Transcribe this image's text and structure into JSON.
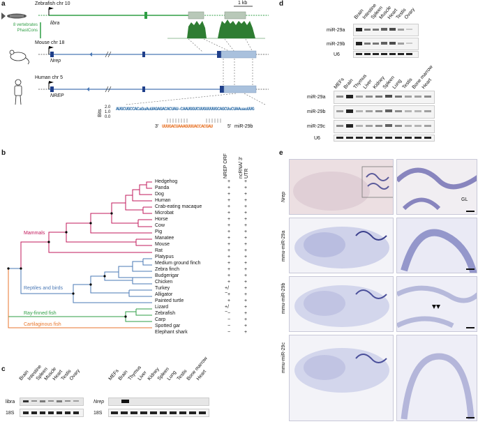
{
  "panel_a": {
    "label": "a",
    "zebrafish": "Zebrafish chr 10",
    "libra": "libra",
    "scale": "1 kb",
    "phastcons": "8 vertebrates PhastCons",
    "mouse": "Mouse chr 18",
    "nrep_mouse": "Nrep",
    "human": "Human chr 5",
    "nrep_human": "NREP",
    "bits": "Bits",
    "bits_ticks": [
      "2.0",
      "1.0",
      "0.0"
    ],
    "logo_seq": "AUGCUGCCACaGuAuUAGAGACACUAU—CAAUGGUCUUGUUUUGCAGCUuCUAAuauUUG",
    "mirna_seq": "UUUGACUAAAGUUUACCACGAU",
    "mirna_3": "3′",
    "mirna_5": "5′",
    "mirna_name": "miR-29b"
  },
  "panel_b": {
    "label": "b",
    "col1": "NREP ORF",
    "col2": "ncRNA/ 3′ UTR",
    "species": [
      {
        "name": "Hedgehog",
        "orf": "+",
        "utr": "+"
      },
      {
        "name": "Panda",
        "orf": "+",
        "utr": "+"
      },
      {
        "name": "Dog",
        "orf": "+",
        "utr": "+"
      },
      {
        "name": "Human",
        "orf": "+",
        "utr": "+"
      },
      {
        "name": "Crab-eating macaque",
        "orf": "+",
        "utr": "+"
      },
      {
        "name": "Microbat",
        "orf": "+",
        "utr": "+"
      },
      {
        "name": "Horse",
        "orf": "+",
        "utr": "+"
      },
      {
        "name": "Cow",
        "orf": "+",
        "utr": "+"
      },
      {
        "name": "Pig",
        "orf": "+",
        "utr": "+"
      },
      {
        "name": "Manatee",
        "orf": "+",
        "utr": "+"
      },
      {
        "name": "Mouse",
        "orf": "+",
        "utr": "+"
      },
      {
        "name": "Rat",
        "orf": "+",
        "utr": "+"
      },
      {
        "name": "Platypus",
        "orf": "+",
        "utr": "+"
      },
      {
        "name": "Medium ground finch",
        "orf": "+",
        "utr": "+"
      },
      {
        "name": "Zebra finch",
        "orf": "+",
        "utr": "+"
      },
      {
        "name": "Budgerigar",
        "orf": "+",
        "utr": "+"
      },
      {
        "name": "Chicken",
        "orf": "+",
        "utr": "+"
      },
      {
        "name": "Turkey",
        "orf": "+/−",
        "utr": "+"
      },
      {
        "name": "Alligator",
        "orf": "+",
        "utr": "+"
      },
      {
        "name": "Painted turtle",
        "orf": "+",
        "utr": "+"
      },
      {
        "name": "Lizard",
        "orf": "+/−",
        "utr": "+"
      },
      {
        "name": "Zebrafish",
        "orf": "−",
        "utr": "+"
      },
      {
        "name": "Carp",
        "orf": "−",
        "utr": "+"
      },
      {
        "name": "Spotted gar",
        "orf": "−",
        "utr": "+"
      },
      {
        "name": "Elephant shark",
        "orf": "−",
        "utr": "+"
      }
    ],
    "clades": {
      "mammals": "Mammals",
      "reptiles": "Reptiles and birds",
      "rayfinned": "Ray-finned fish",
      "cartilaginous": "Cartilaginous fish"
    },
    "colors": {
      "mammals": "#c2185b",
      "reptiles": "#4a78b5",
      "rayfinned": "#2e9e44",
      "cartilaginous": "#e8762c"
    }
  },
  "panel_c": {
    "label": "c",
    "left_lanes": [
      "Brain",
      "Intestine",
      "Spleen",
      "Muscle",
      "Heart",
      "Testis",
      "Ovary"
    ],
    "left_rows": [
      "libra",
      "18S"
    ],
    "right_lanes": [
      "MEFs",
      "Brain",
      "Thymus",
      "Liver",
      "Kidney",
      "Spleen",
      "Lung",
      "Testis",
      "Bone marrow",
      "Heart"
    ],
    "right_rows": [
      "Nrep",
      "18S"
    ]
  },
  "panel_d": {
    "label": "d",
    "top_lanes": [
      "Brain",
      "Intestine",
      "Spleen",
      "Muscle",
      "Heart",
      "Testis",
      "Ovary"
    ],
    "top_rows": [
      "miR-29a",
      "miR-29b",
      "U6"
    ],
    "bottom_lanes": [
      "MEFs",
      "Brain",
      "Thymus",
      "Liver",
      "Kidney",
      "Spleen",
      "Lung",
      "Testis",
      "Bone marrow",
      "Heart"
    ],
    "bottom_rows": [
      "miR-29a",
      "miR-29b",
      "miR-29c",
      "U6"
    ]
  },
  "panel_e": {
    "label": "e",
    "rows": [
      "Nrep",
      "mmu-miR-29a",
      "mmu-miR-29b",
      "mmu-miR-29c"
    ],
    "gl": "GL"
  }
}
